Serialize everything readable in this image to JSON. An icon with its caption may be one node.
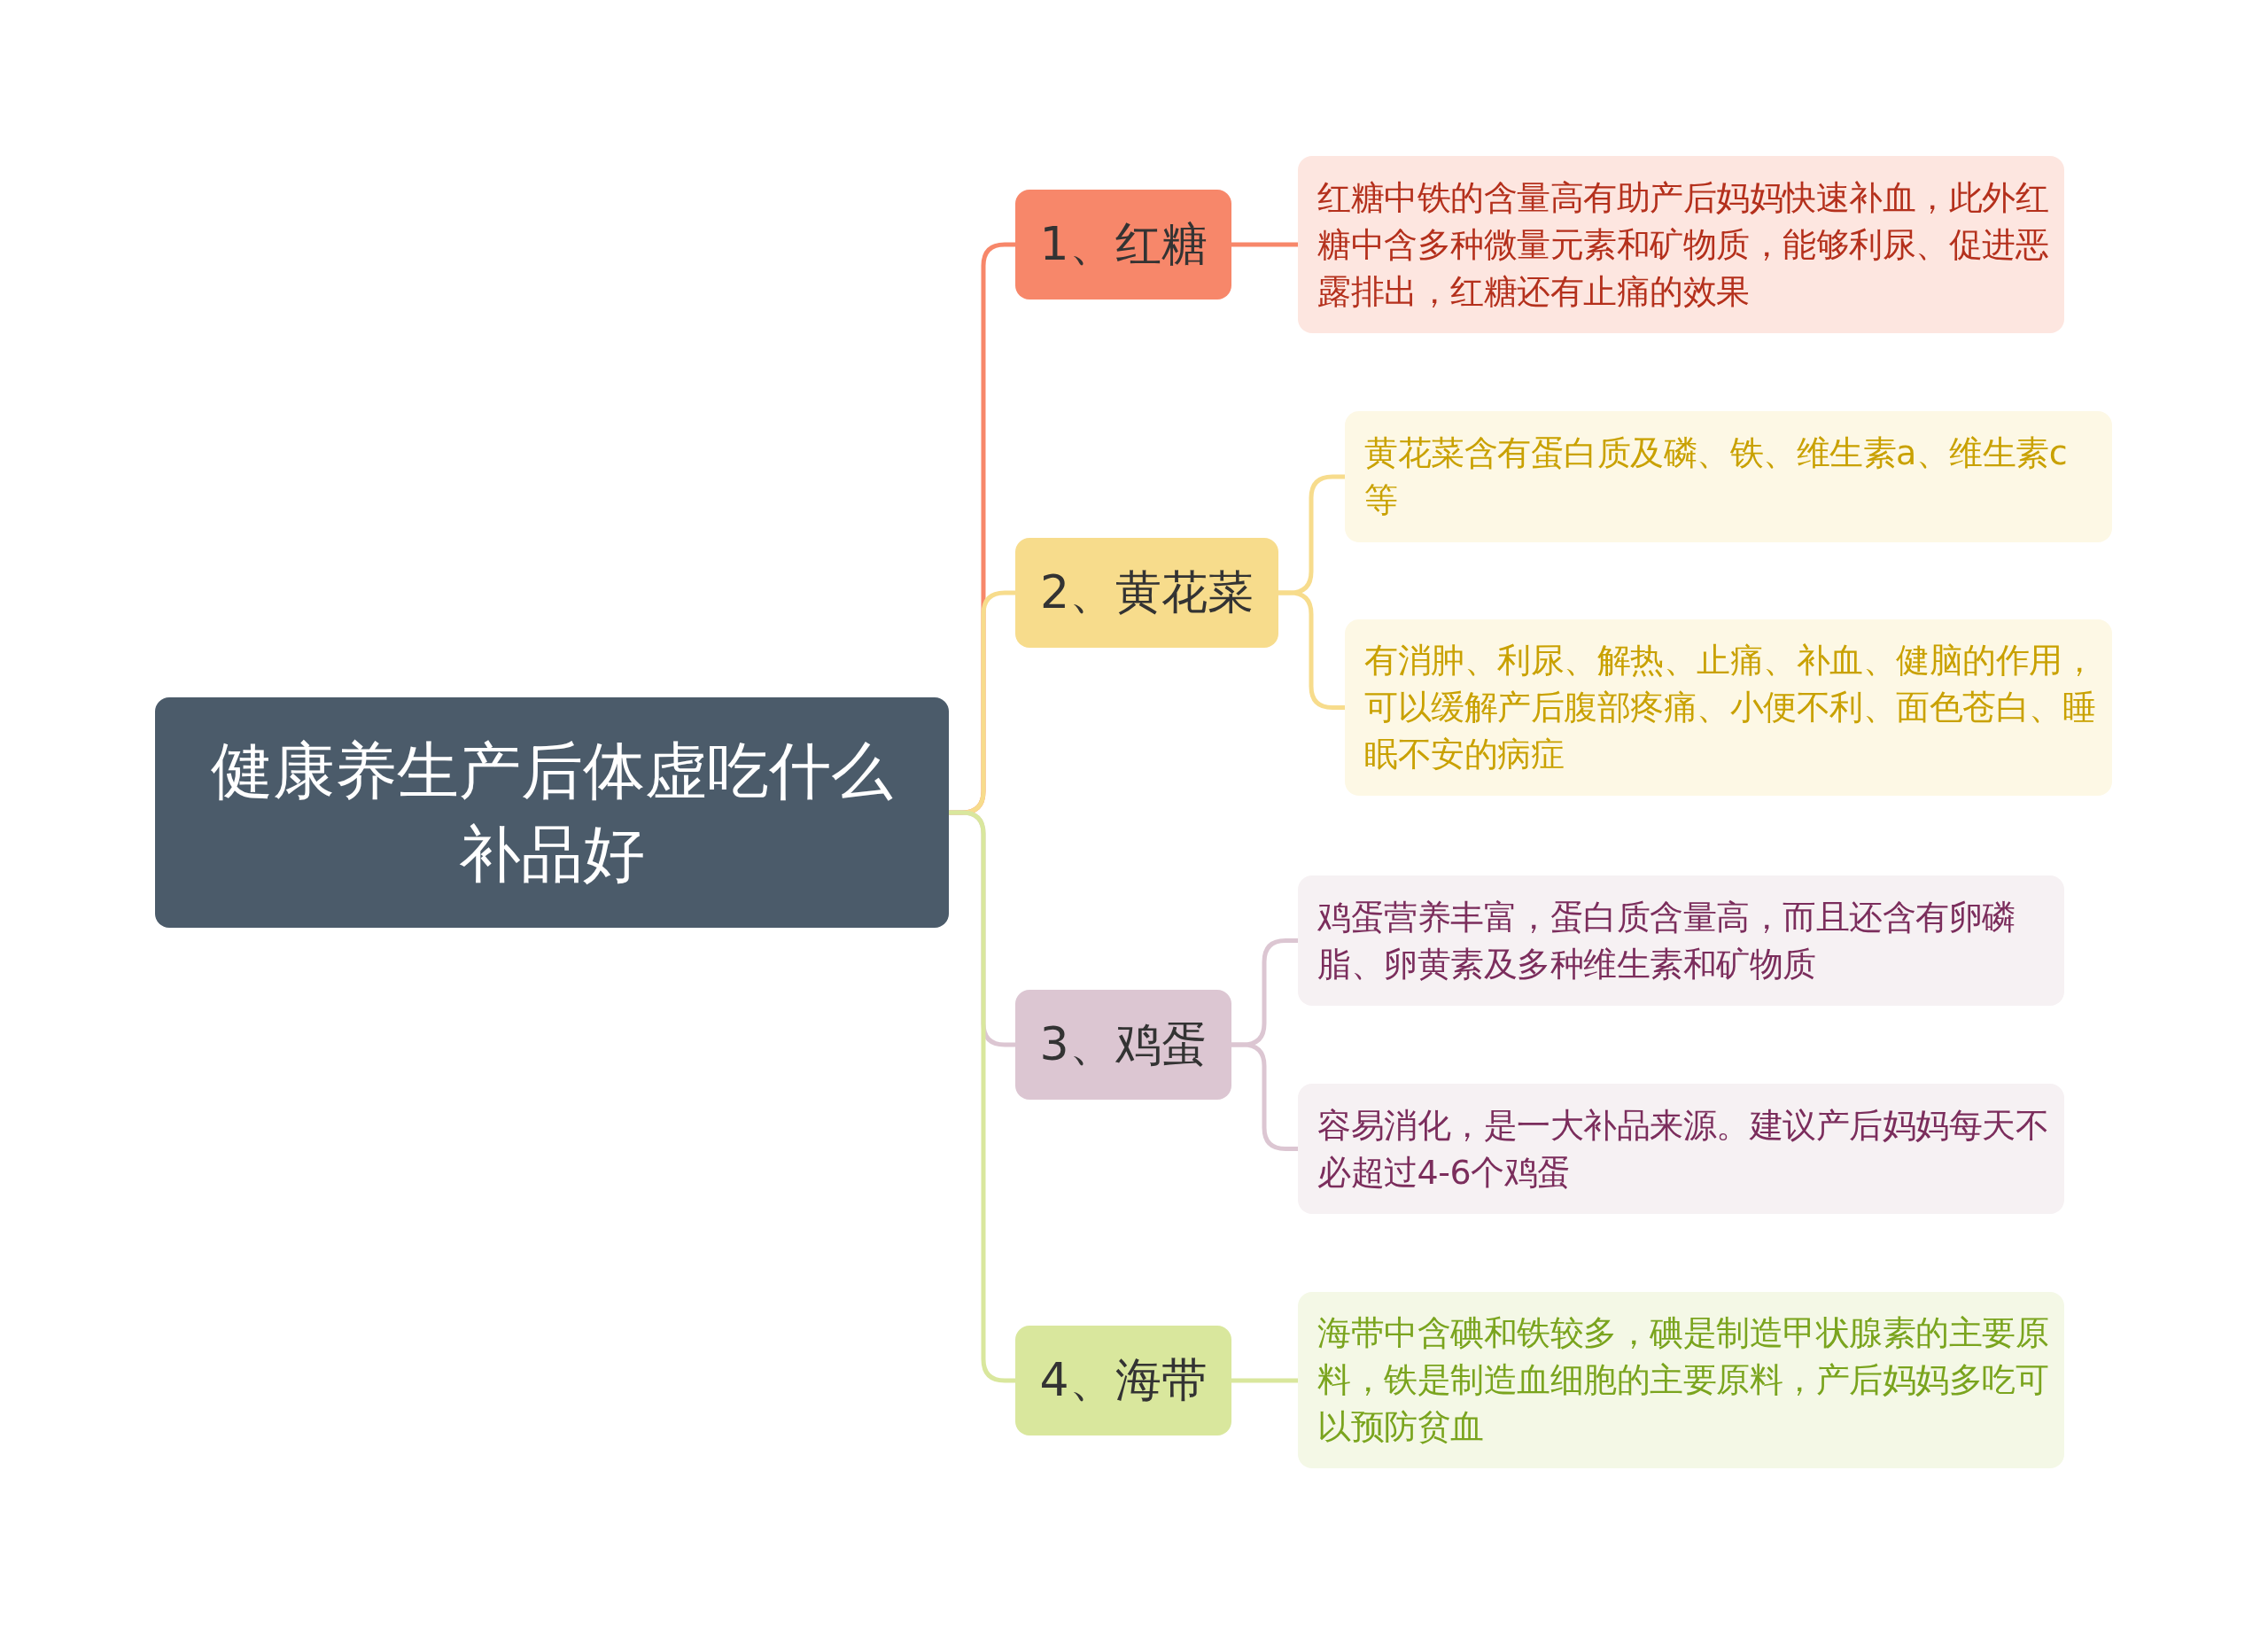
{
  "diagram": {
    "nodes": [
      {
        "text": [
          "健康养生产后体虚吃什么补品好"
        ]
      },
      {
        "text": [
          "1、红糖"
        ]
      },
      {
        "text": [
          "红糖中铁的含量高有助产后妈妈快速补血，此外红糖中含多种微量元素和矿物质，能够利尿、促进恶露排出，红糖还有止痛的效果"
        ]
      },
      {
        "text": [
          "2、黄花菜"
        ]
      },
      {
        "text": [
          "黄花菜含有蛋白质及磷、铁、维生素a、维生素c等"
        ]
      },
      {
        "text": [
          "有消肿、利尿、解热、止痛、补血、健脑的作用，可以缓解产后腹部疼痛、小便不利、面色苍白、睡眠不安的病症"
        ]
      },
      {
        "text": [
          "3、鸡蛋"
        ]
      },
      {
        "text": [
          "鸡蛋营养丰富，蛋白质含量高，而且还含有卵磷脂、卵黄素及多种维生素和矿物质"
        ]
      },
      {
        "text": [
          "容易消化，是一大补品来源。建议产后妈妈每天不必超过4-6个鸡蛋"
        ]
      },
      {
        "text": [
          "4、海带"
        ]
      },
      {
        "text": [
          "海带中含碘和铁较多，碘是制造甲状腺素的主要原料，铁是制造血细胞的主要原料，产后妈妈多吃可以预防贫血"
        ]
      }
    ],
    "edges": [
      {
        "from": 0,
        "to": 1,
        "arrow": "none",
        "color": "#f7876a"
      },
      {
        "from": 0,
        "to": 3,
        "arrow": "none",
        "color": "#f7dc8c"
      },
      {
        "from": 0,
        "to": 6,
        "arrow": "none",
        "color": "#dcc6d2"
      },
      {
        "from": 0,
        "to": 9,
        "arrow": "none",
        "color": "#d9e79d"
      },
      {
        "from": 1,
        "to": 2,
        "arrow": "none",
        "color": "#f7876a"
      },
      {
        "from": 3,
        "to": 4,
        "arrow": "none",
        "color": "#f7dc8c"
      },
      {
        "from": 3,
        "to": 5,
        "arrow": "none",
        "color": "#f7dc8c"
      },
      {
        "from": 6,
        "to": 7,
        "arrow": "none",
        "color": "#dcc6d2"
      },
      {
        "from": 6,
        "to": 8,
        "arrow": "none",
        "color": "#dcc6d2"
      },
      {
        "from": 9,
        "to": 10,
        "arrow": "none",
        "color": "#d9e79d"
      }
    ]
  }
}
